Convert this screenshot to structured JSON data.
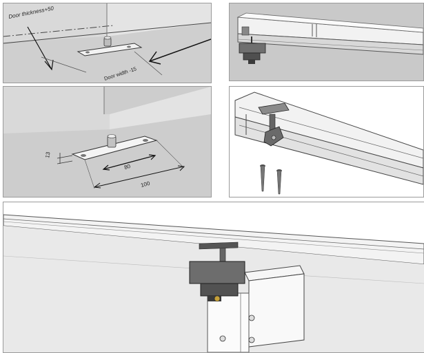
{
  "figure": {
    "panels": [
      {
        "id": "marking-door-width",
        "labels": {
          "door_thickness": "Door thickness+50",
          "door_width": "Door width -15"
        }
      },
      {
        "id": "rail-clip-on"
      },
      {
        "id": "plate-dimensions",
        "dimensions": {
          "edge_offset": "13",
          "hole_spacing": "80",
          "plate_length": "100"
        }
      },
      {
        "id": "hanger-and-screws"
      },
      {
        "id": "installed-overview"
      }
    ]
  }
}
